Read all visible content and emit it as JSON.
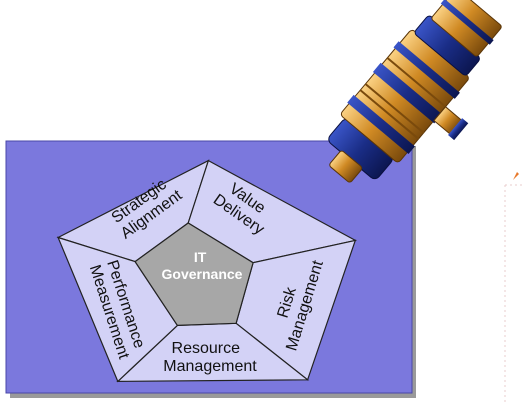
{
  "diagram": {
    "center": {
      "lines": [
        "IT",
        "Governance"
      ]
    },
    "segments": [
      {
        "id": "strategic-alignment",
        "lines": [
          "Strategic",
          "Alignment"
        ]
      },
      {
        "id": "value-delivery",
        "lines": [
          "Value",
          "Delivery"
        ]
      },
      {
        "id": "risk-management",
        "lines": [
          "Risk",
          "Management"
        ]
      },
      {
        "id": "resource-management",
        "lines": [
          "Resource",
          "Management"
        ]
      },
      {
        "id": "performance-measurement",
        "lines": [
          "Performance",
          "Measurement"
        ]
      }
    ]
  },
  "colors": {
    "panel": "#7b78dd",
    "panel_shadow": "#9a9a9a",
    "pentagon_segment": "#d3d2f6",
    "center_fill": "#a7a7a7",
    "outline": "#222222",
    "telescope_brass": "#c9801c",
    "telescope_navy": "#1a2d86",
    "accent_orange": "#e8782a"
  }
}
